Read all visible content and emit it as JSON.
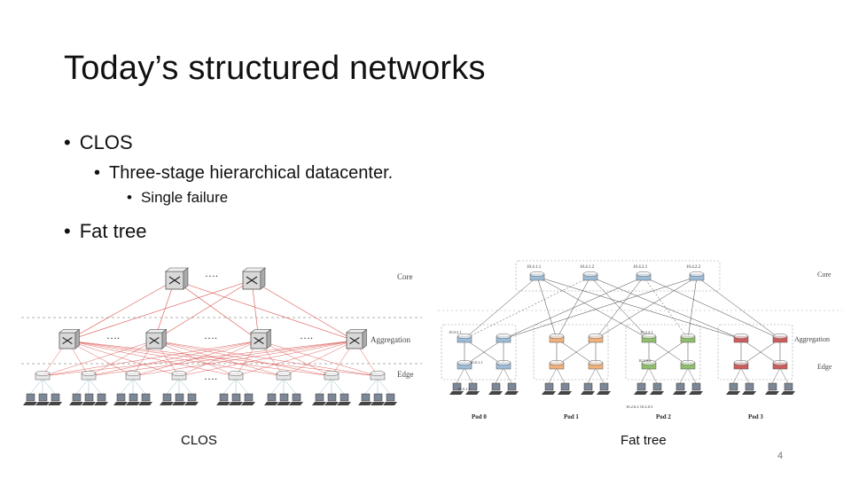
{
  "slide": {
    "title": "Today’s structured networks",
    "bullets": [
      {
        "level": 1,
        "text": "CLOS"
      },
      {
        "level": 2,
        "text": "Three-stage hierarchical datacenter."
      },
      {
        "level": 3,
        "text": "Single failure"
      },
      {
        "level": 1,
        "text": "Fat tree"
      }
    ],
    "bullet_glyph": "•",
    "page_number": "4"
  },
  "clos_diagram": {
    "caption": "CLOS",
    "layer_labels": [
      "Core",
      "Aggregation",
      "Edge"
    ],
    "ellipsis": "….",
    "line_color": "#d9534f"
  },
  "fattree_diagram": {
    "caption": "Fat tree",
    "layer_labels": [
      "Core",
      "Aggregation",
      "Edge"
    ],
    "core_addresses": [
      "10.4.1.1",
      "10.4.1.2",
      "10.4.2.1",
      "10.4.2.2"
    ],
    "pod_labels": [
      "Pod 0",
      "Pod 1",
      "Pod 2",
      "Pod 3"
    ],
    "pod0_labels": [
      "10.0.2.1",
      "10.0.1.1",
      "10.0.1.2"
    ],
    "pod2_labels": [
      "10.2.2.1",
      "10.2.0.1",
      "10.2.0.2 10.2.0.3"
    ],
    "pod_colors": [
      "#9dbcd8",
      "#f0b27a",
      "#8fbf6a",
      "#cd5c5c"
    ]
  }
}
